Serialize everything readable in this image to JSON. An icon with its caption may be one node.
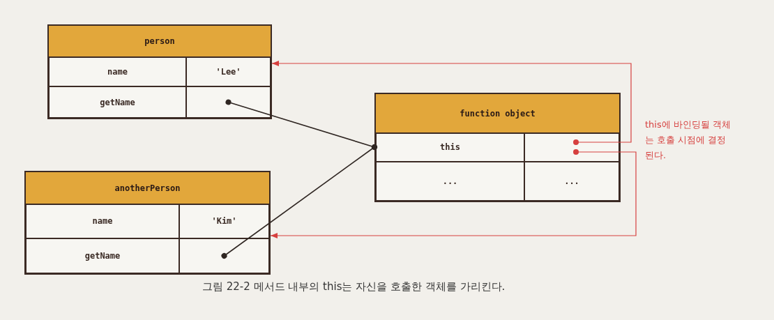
{
  "diagram": {
    "caption": "그림 22-2 메서드 내부의 this는 자신을 호출한 객체를 가리킨다.",
    "nodes": [
      {
        "text": [
          "person"
        ]
      },
      {
        "text": [
          "name"
        ],
        "in": 0
      },
      {
        "text": [
          "'Lee'"
        ],
        "in": 0
      },
      {
        "text": [
          "getName"
        ],
        "in": 0
      },
      {
        "text": [],
        "shape": "box",
        "in": 0
      },
      {
        "text": [
          "anotherPerson"
        ]
      },
      {
        "text": [
          "name"
        ],
        "in": 5
      },
      {
        "text": [
          "'Kim'"
        ],
        "in": 5
      },
      {
        "text": [
          "getName"
        ],
        "in": 5
      },
      {
        "text": [],
        "shape": "box",
        "in": 5
      },
      {
        "text": [
          "function object"
        ]
      },
      {
        "text": [
          "this"
        ],
        "in": 10
      },
      {
        "text": [],
        "shape": "box",
        "in": 10
      },
      {
        "text": [
          "..."
        ],
        "in": 10
      },
      {
        "text": [
          "..."
        ],
        "in": 10
      }
    ],
    "edges": [
      {
        "from": 4,
        "to": 10,
        "arrow": "other"
      },
      {
        "from": 9,
        "to": 10,
        "arrow": "other"
      },
      {
        "from": 12,
        "to": 0,
        "arrow": "to",
        "color": "#d6403f"
      },
      {
        "from": 12,
        "to": 5,
        "arrow": "to",
        "color": "#d6403f"
      }
    ],
    "labels": [
      "this에 바인딩될 객체는 호출 시점에 결정된다."
    ]
  }
}
